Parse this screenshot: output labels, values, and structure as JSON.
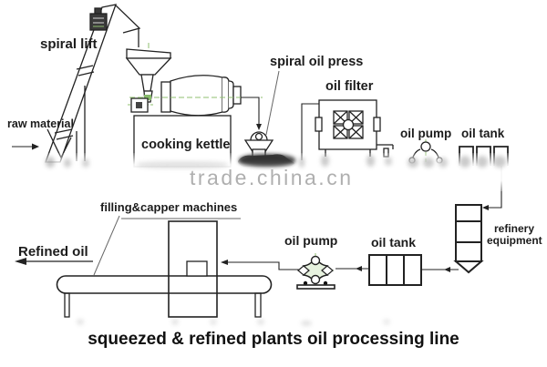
{
  "title": {
    "text": "squeezed & refined plants oil processing line"
  },
  "watermark": {
    "text": "trade.china.cn"
  },
  "labels": {
    "spiral_lift": "spiral lift",
    "raw_material": "raw material",
    "cooking_kettle": "cooking kettle",
    "spiral_oil_press": "spiral oil press",
    "oil_filter": "oil filter",
    "oil_pump_top": "oil pump",
    "oil_tank_top": "oil tank",
    "refinery_line1": "refinery",
    "refinery_line2": "equipment",
    "filling_capper_machines": "filling&capper machines",
    "refined_oil": "Refined oil",
    "oil_pump_bottom": "oil pump",
    "oil_tank_bottom": "oil tank"
  },
  "colors": {
    "line": "#222222",
    "accent_green": "#8fbf6f",
    "pump_fill": "#e7f2df",
    "press_black": "#141414",
    "watermark_gray": "#9c9c9c"
  }
}
